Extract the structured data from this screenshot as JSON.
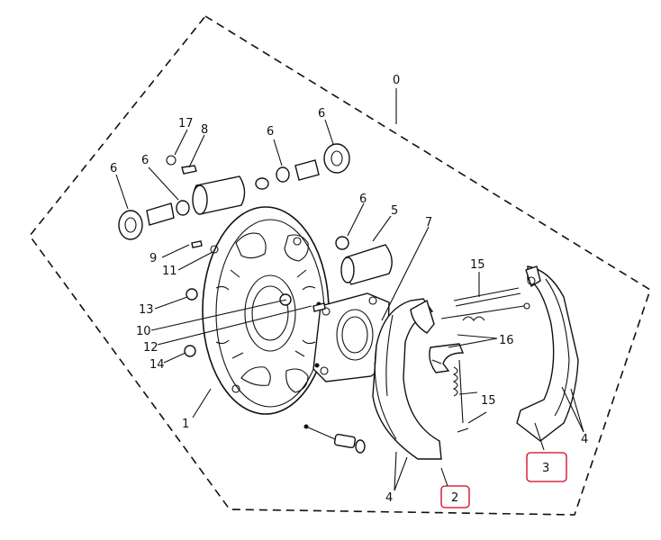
{
  "diagram": {
    "callouts": {
      "c0": "0",
      "c1": "1",
      "c2": "2",
      "c3": "3",
      "c4a": "4",
      "c4b": "4",
      "c5": "5",
      "c6a": "6",
      "c6b": "6",
      "c6c": "6",
      "c6d": "6",
      "c6e": "6",
      "c7": "7",
      "c8": "8",
      "c9": "9",
      "c10": "10",
      "c11": "11",
      "c12": "12",
      "c13": "13",
      "c14": "14",
      "c15a": "15",
      "c15b": "15",
      "c16": "16",
      "c17": "17"
    },
    "highlight_color": "#d0021b"
  }
}
